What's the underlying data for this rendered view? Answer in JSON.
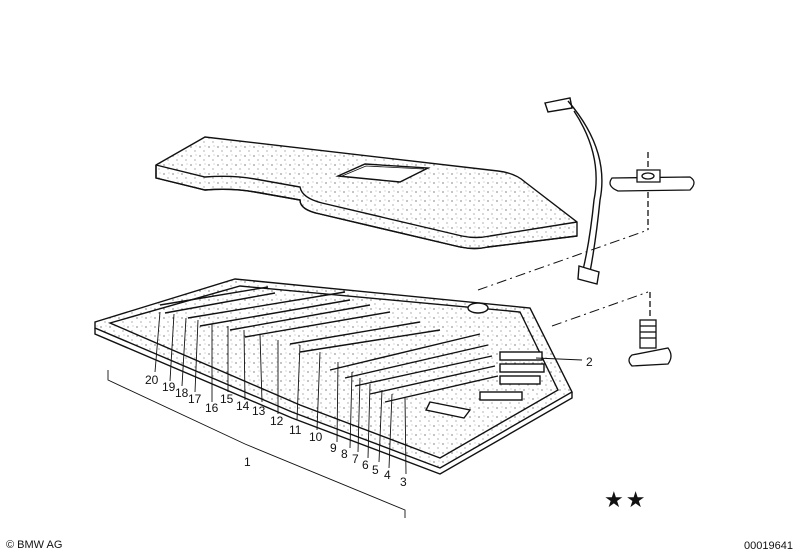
{
  "callouts": {
    "c1": "1",
    "c2": "2",
    "c3": "3",
    "c4": "4",
    "c5": "5",
    "c6": "6",
    "c7": "7",
    "c8": "8",
    "c9": "9",
    "c10": "10",
    "c11": "11",
    "c12": "12",
    "c13": "13",
    "c14": "14",
    "c15": "15",
    "c16": "16",
    "c17": "17",
    "c18": "18",
    "c19": "19",
    "c20": "20"
  },
  "marks": {
    "stars": "★★"
  },
  "footer": {
    "copyright": "© BMW AG",
    "drawing_number": "00019641"
  }
}
